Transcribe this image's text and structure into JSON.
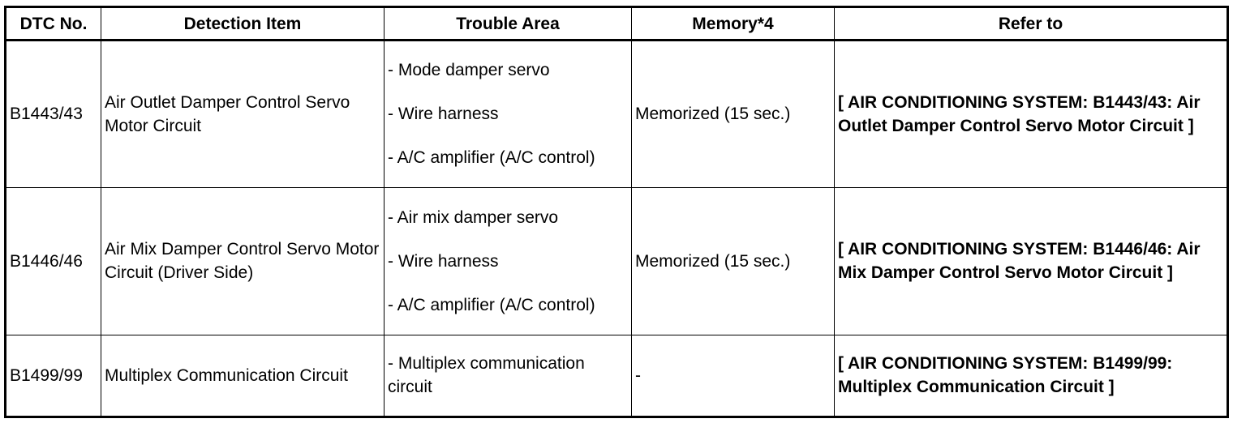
{
  "table": {
    "headers": [
      "DTC No.",
      "Detection Item",
      "Trouble Area",
      "Memory*4",
      "Refer to"
    ],
    "rows": [
      {
        "dtc": "B1443/43",
        "detection": "Air Outlet Damper Control Servo Motor Circuit",
        "trouble": [
          "- Mode damper servo",
          "- Wire harness",
          "- A/C amplifier (A/C control)"
        ],
        "memory": "Memorized (15 sec.)",
        "refer": "[ AIR CONDITIONING SYSTEM: B1443/43: Air Outlet Damper Control Servo Motor Circuit ]"
      },
      {
        "dtc": "B1446/46",
        "detection": "Air Mix Damper Control Servo Motor Circuit (Driver Side)",
        "trouble": [
          "- Air mix damper servo",
          "- Wire harness",
          "- A/C amplifier (A/C control)"
        ],
        "memory": "Memorized (15 sec.)",
        "refer": "[ AIR CONDITIONING SYSTEM: B1446/46: Air Mix Damper Control Servo Motor Circuit ]"
      },
      {
        "dtc": "B1499/99",
        "detection": "Multiplex Communication Circuit",
        "trouble": [
          "- Multiplex communication circuit"
        ],
        "memory": "-",
        "refer": "[ AIR CONDITIONING SYSTEM: B1499/99: Multiplex Communication Circuit ]"
      }
    ]
  }
}
